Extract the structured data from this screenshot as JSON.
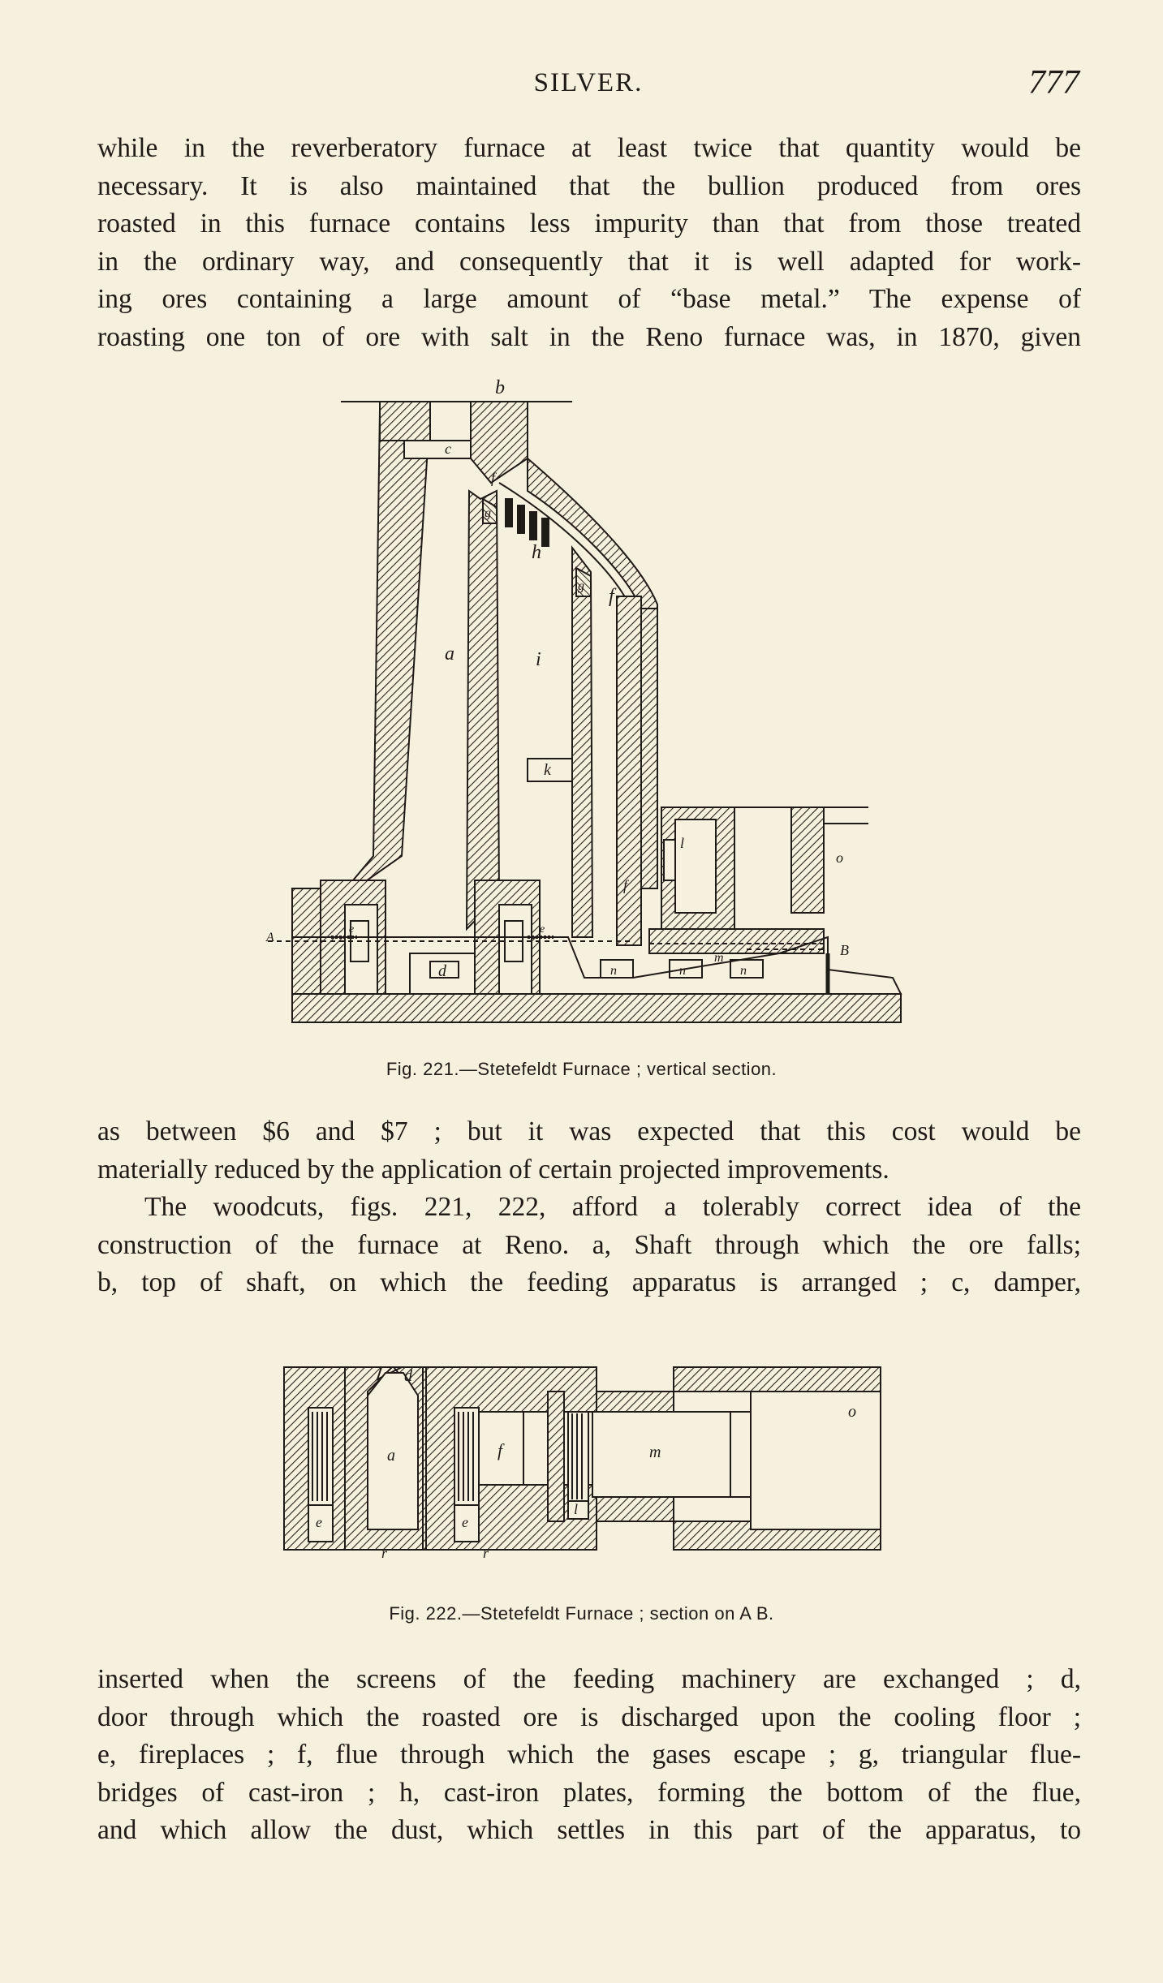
{
  "header": {
    "title": "SILVER.",
    "page_number": "777"
  },
  "paragraph_1": {
    "lines": [
      "while in the reverberatory furnace at least twice that quantity would be",
      "necessary. It is also maintained that the bullion produced from ores",
      "roasted in this furnace contains less impurity than that from those treated",
      "in the ordinary way, and consequently that it is well adapted for work-",
      "ing ores containing a large amount of “base metal.” The expense of",
      "roasting one ton of ore with salt in the Reno furnace was, in 1870, given"
    ]
  },
  "figure_221": {
    "caption": "Fig. 221.—Stetefeldt Furnace ; vertical section.",
    "labels": {
      "b": "b",
      "c": "c",
      "f_top": "f",
      "g_left": "g",
      "h": "h",
      "g_right": "g",
      "f_right": "f",
      "a": "a",
      "i": "i",
      "k": "k",
      "l": "l",
      "o": "o",
      "f_low": "f",
      "A": "A",
      "e_left": "e",
      "e_right": "e",
      "d": "d",
      "m": "m",
      "B": "B",
      "n1": "n",
      "n2": "n",
      "n3": "n"
    }
  },
  "paragraph_2": {
    "lines": [
      "as between $6 and $7 ; but it was expected that this cost would be",
      "materially reduced by the application of certain projected improvements."
    ],
    "indent_lines": [
      "The woodcuts, figs. 221, 222, afford a tolerably correct idea of the",
      "construction of the furnace at Reno. a, Shaft through which the ore falls;",
      "b, top of shaft, on which the feeding apparatus is arranged ; c, damper,"
    ]
  },
  "figure_222": {
    "caption": "Fig. 222.—Stetefeldt Furnace ; section on A B.",
    "labels": {
      "d": "d",
      "a": "a",
      "f": "f",
      "m": "m",
      "o": "o",
      "e_left": "e",
      "e_right": "e",
      "l": "l",
      "r_left": "r",
      "r_right": "r"
    }
  },
  "paragraph_3": {
    "lines": [
      "inserted when the screens of the feeding machinery are exchanged ; d,",
      "door through which the roasted ore is discharged upon the cooling floor ;",
      "e, fireplaces ; f, flue through which the gases escape ; g, triangular flue-",
      "bridges of cast-iron ; h, cast-iron plates, forming the bottom of the flue,",
      "and which allow the dust, which settles in this part of the apparatus, to"
    ]
  },
  "colors": {
    "paper": "#f6f0de",
    "ink": "#1f1b16"
  }
}
